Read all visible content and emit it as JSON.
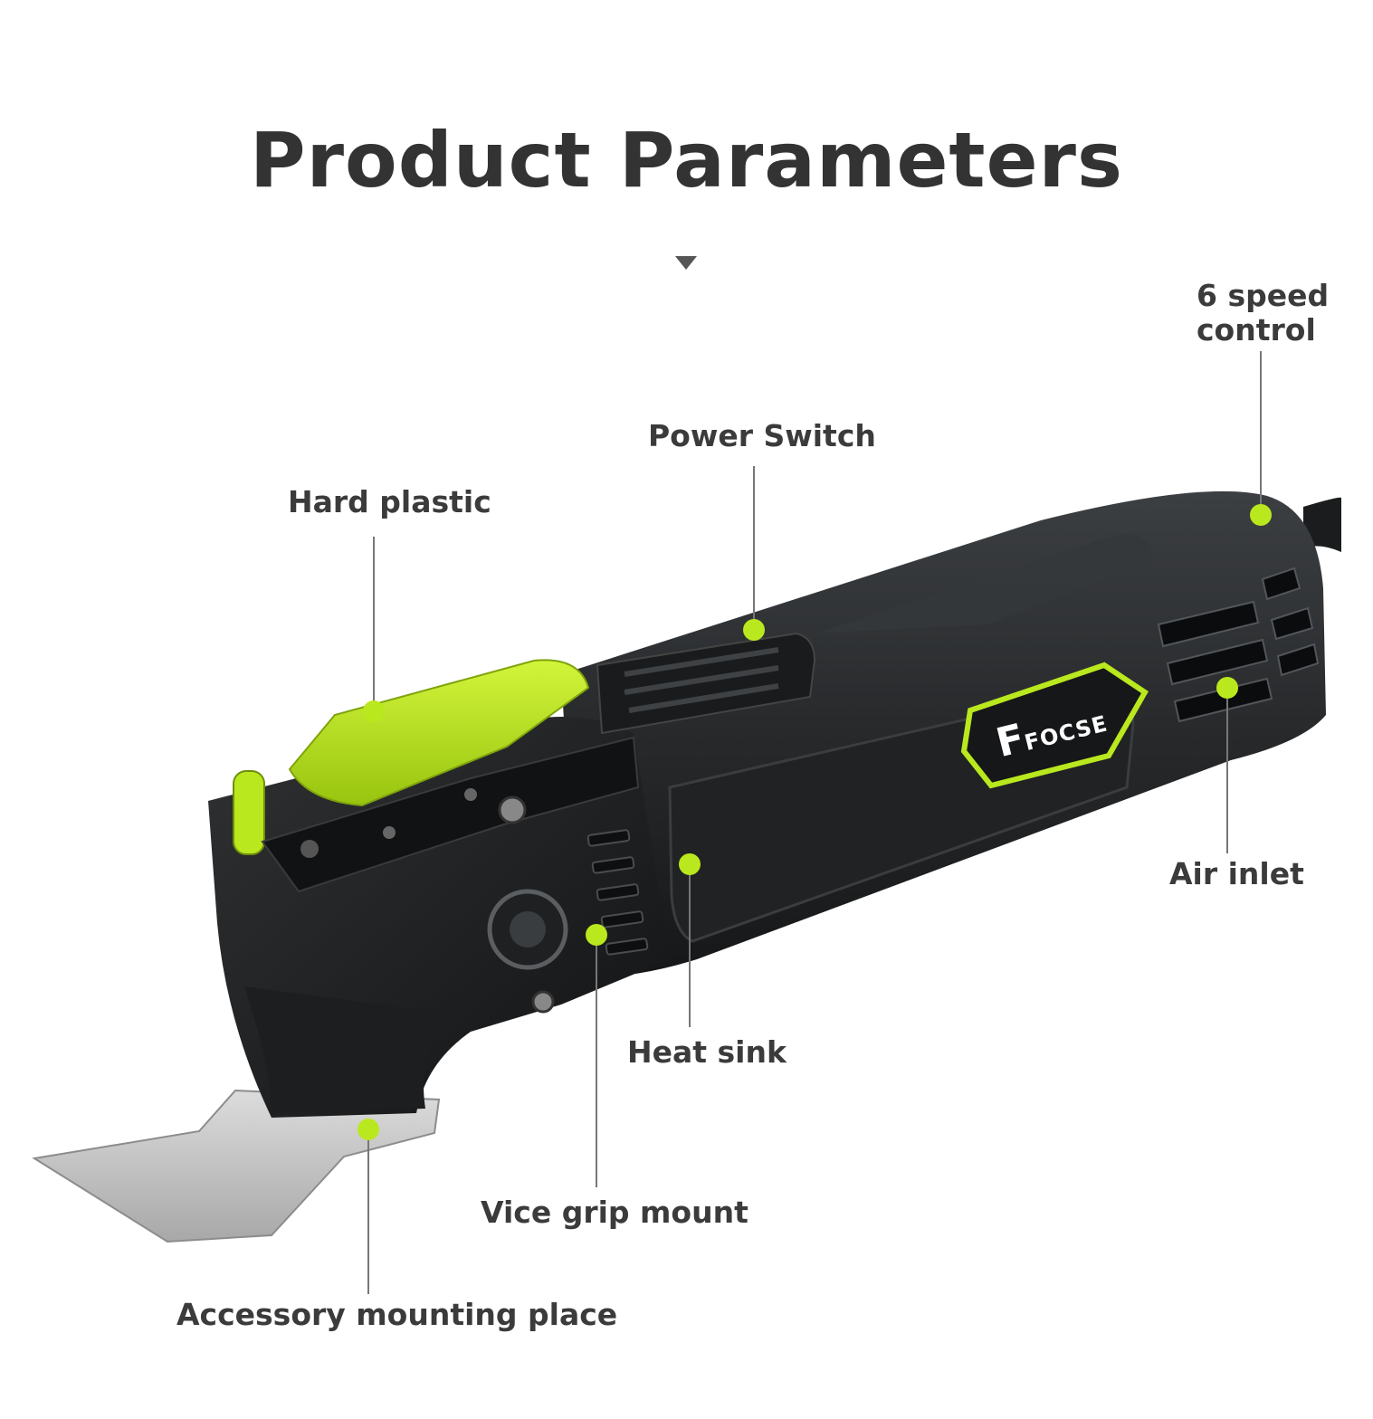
{
  "title": "Product Parameters",
  "brand": "FOCSE",
  "colors": {
    "accent": "#b9e81e",
    "body": "#2b2d2f",
    "title": "#333333"
  },
  "callouts": [
    {
      "id": "speed",
      "label": "6 speed control"
    },
    {
      "id": "power",
      "label": "Power Switch"
    },
    {
      "id": "plastic",
      "label": "Hard plastic"
    },
    {
      "id": "air",
      "label": "Air inlet"
    },
    {
      "id": "heat",
      "label": "Heat sink"
    },
    {
      "id": "vice",
      "label": "Vice grip mount"
    },
    {
      "id": "accessory",
      "label": "Accessory mounting place"
    }
  ]
}
